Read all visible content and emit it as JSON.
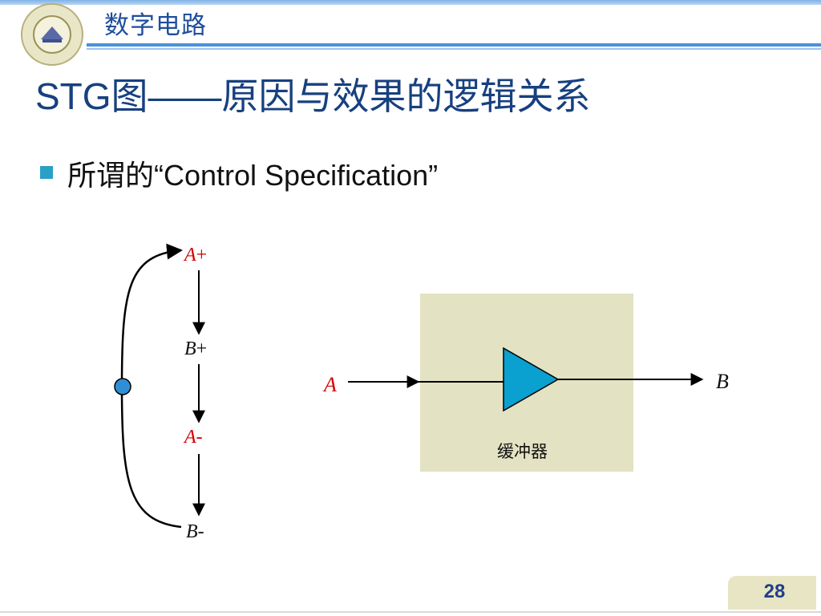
{
  "header": {
    "course": "数字电路"
  },
  "slide": {
    "title": "STG图——原因与效果的逻辑关系",
    "bullet": "所谓的“Control Specification”",
    "page_number": "28"
  },
  "stg": {
    "events": [
      {
        "signal": "A",
        "sign": "+",
        "color": "#d40000"
      },
      {
        "signal": "B",
        "sign": "+",
        "color": "#111111"
      },
      {
        "signal": "A",
        "sign": "-",
        "color": "#d40000"
      },
      {
        "signal": "B",
        "sign": "-",
        "color": "#111111"
      }
    ],
    "token_color": "#2f8fd6"
  },
  "buffer": {
    "input_label": "A",
    "output_label": "B",
    "box_label": "缓冲器",
    "box_color": "#e3e2c2",
    "triangle_color": "#0aa0cf"
  },
  "colors": {
    "accent_blue": "#4a90d9",
    "title_blue": "#17407f"
  }
}
